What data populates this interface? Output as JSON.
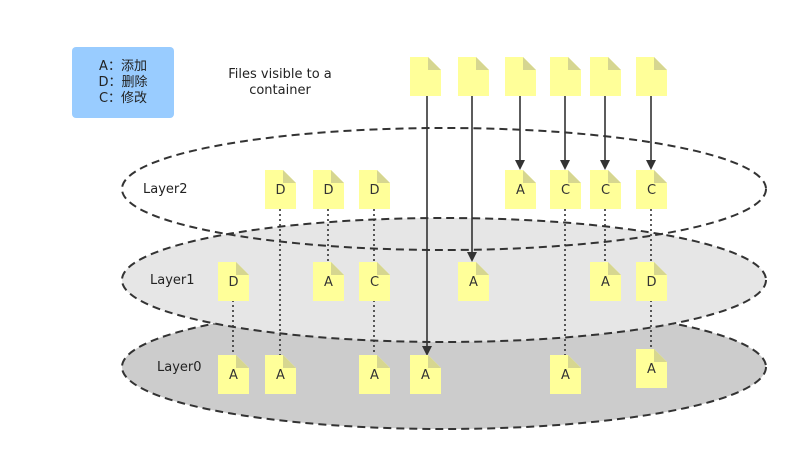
{
  "legend": {
    "line_add": "A：添加",
    "line_delete": "D：删除",
    "line_modify": "C：修改"
  },
  "caption": {
    "line1": "Files visible to a",
    "line2": "container"
  },
  "layers": {
    "layer2": "Layer2",
    "layer1": "Layer1",
    "layer0": "Layer0"
  },
  "colors": {
    "file_fill": "#ffff99",
    "file_fold": "#d6d690",
    "layer1_fill": "#e6e6e6",
    "layer0_fill": "#cccccc",
    "legend_fill": "#99ccff",
    "line": "#333333"
  },
  "files": {
    "top": [
      "",
      "",
      "",
      "",
      "",
      ""
    ],
    "layer2": [
      "D",
      "D",
      "D",
      "A",
      "C",
      "C",
      "C"
    ],
    "layer1": [
      "D",
      "A",
      "C",
      "A",
      "A",
      "D"
    ],
    "layer0": [
      "A",
      "A",
      "A",
      "A",
      "A",
      "A"
    ]
  }
}
